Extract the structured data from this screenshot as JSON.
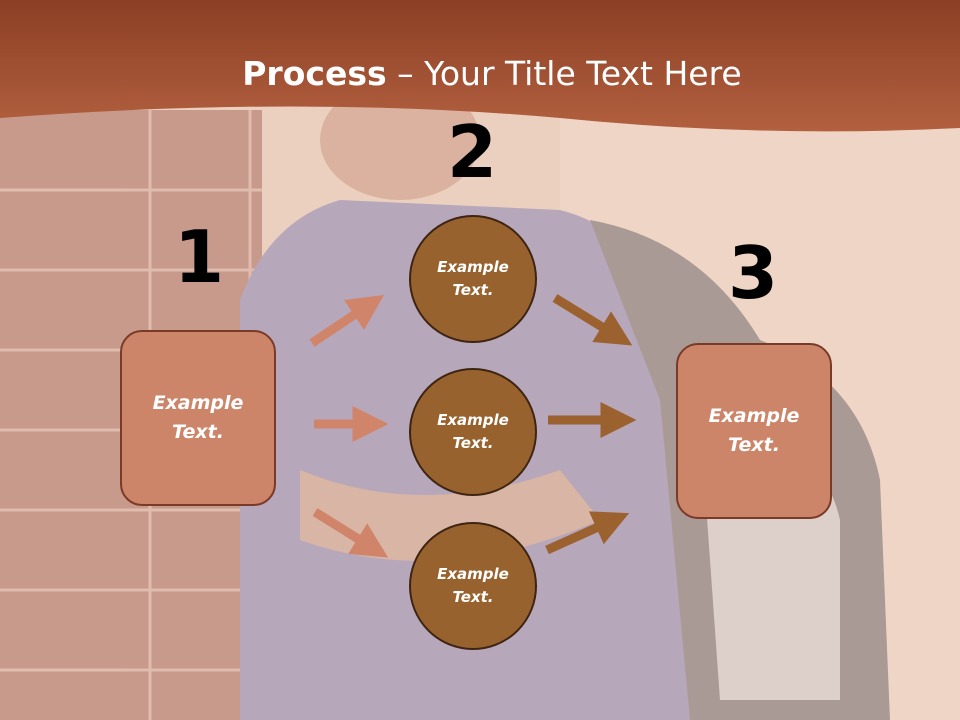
{
  "slide": {
    "title_bold": "Process",
    "title_rest": " – Your Title Text Here",
    "steps": [
      {
        "number": "1",
        "box_text": "Example\nText."
      },
      {
        "number": "2",
        "circles": [
          "Example\nText.",
          "Example\nText.",
          "Example\nText."
        ]
      },
      {
        "number": "3",
        "box_text": "Example\nText."
      }
    ]
  },
  "colors": {
    "header": "#a24f2f",
    "box_fill": "#cd856a",
    "circle_fill": "#98622e",
    "arrow_left": "#d0846a",
    "arrow_right": "#9b6230"
  }
}
